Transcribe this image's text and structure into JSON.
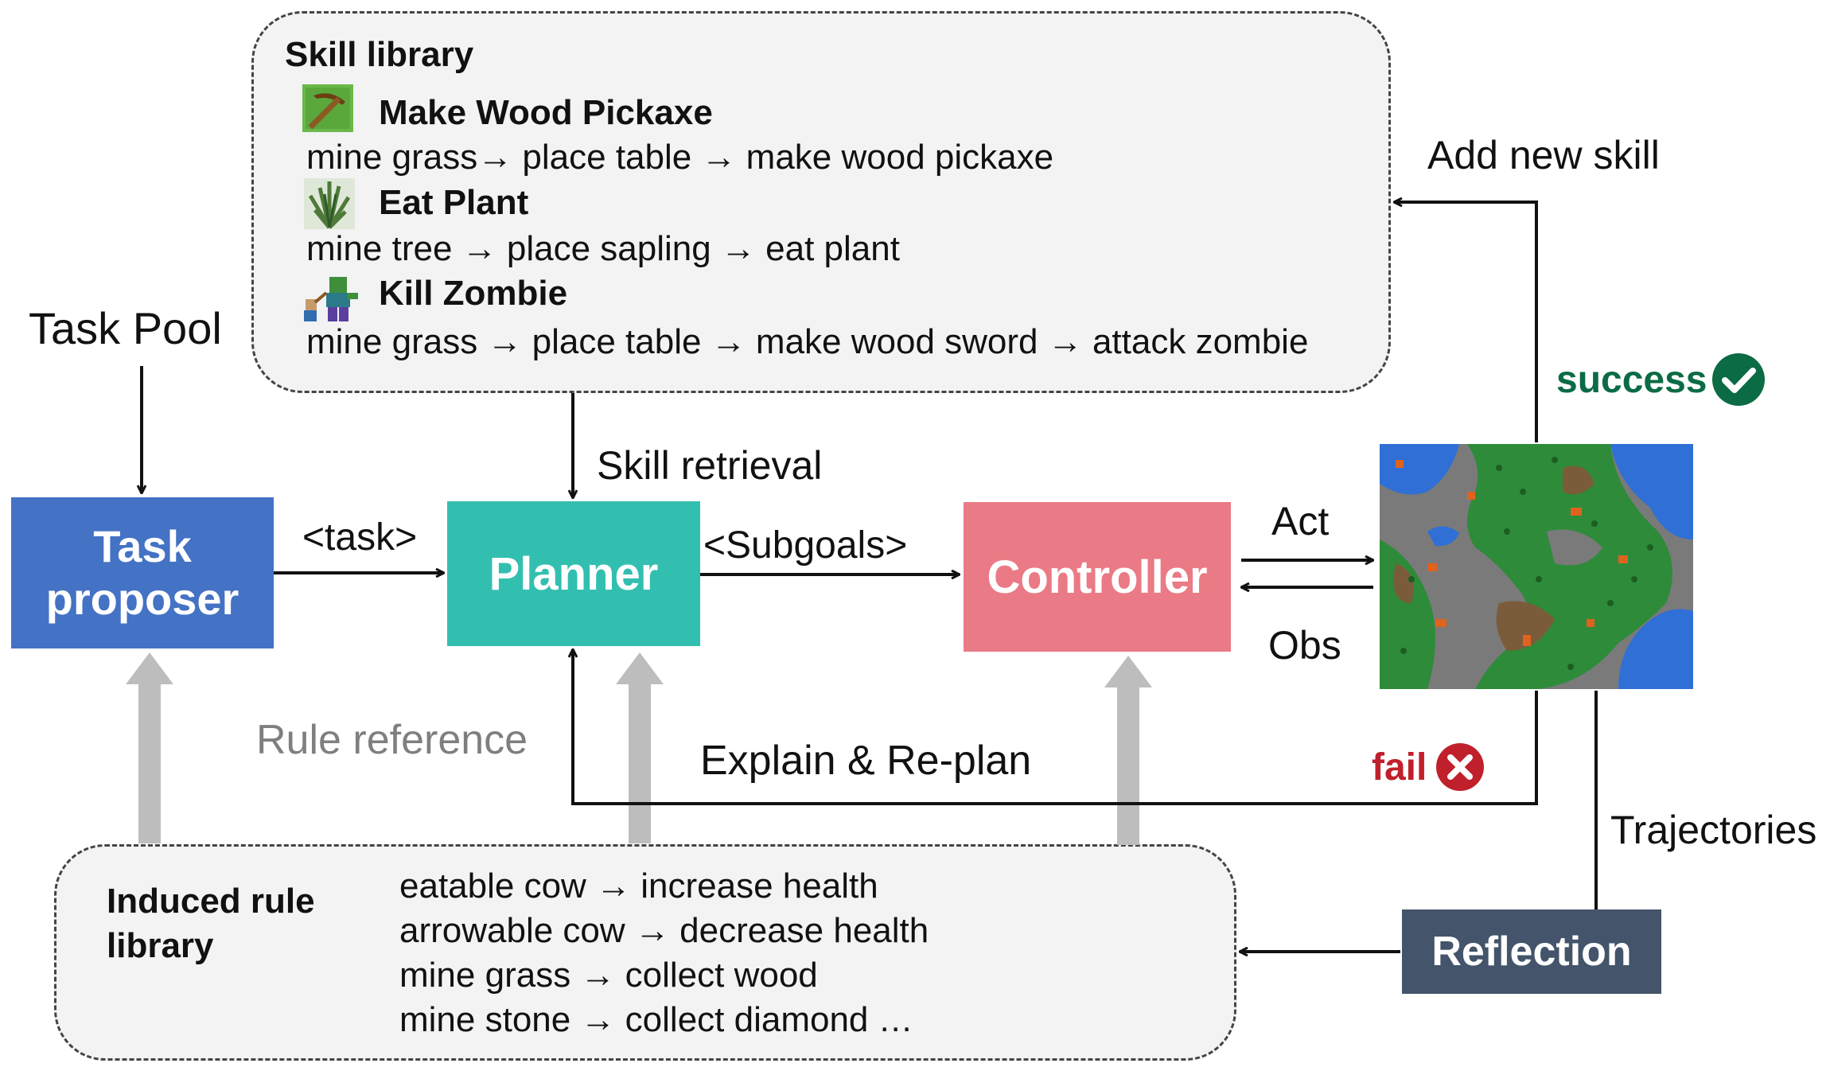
{
  "colors": {
    "task_proposer": "#4472c4",
    "planner": "#33bfb0",
    "controller": "#ea7a85",
    "reflection": "#44546a",
    "success": "#0b6b44",
    "fail": "#c0202b",
    "gray_arrow": "#bdbdbd",
    "rule_reference_text": "#7f7f7f"
  },
  "skill_library": {
    "title": "Skill library",
    "skills": [
      {
        "name": "Make Wood Pickaxe",
        "icon": "pickaxe-icon",
        "steps": "mine grass→ place table → make wood pickaxe"
      },
      {
        "name": "Eat Plant",
        "icon": "plant-icon",
        "steps": "mine tree → place sapling → eat plant"
      },
      {
        "name": "Kill Zombie",
        "icon": "zombie-icon",
        "steps": "mine grass → place table → make wood sword → attack zombie"
      }
    ]
  },
  "task_pool": "Task Pool",
  "nodes": {
    "task_proposer": [
      "Task",
      "proposer"
    ],
    "planner": "Planner",
    "controller": "Controller",
    "reflection": "Reflection"
  },
  "edges": {
    "task": "<task>",
    "subgoals": "<Subgoals>",
    "skill_retrieval": "Skill retrieval",
    "act": "Act",
    "obs": "Obs",
    "add_new_skill": "Add new skill",
    "success": "success",
    "fail": "fail",
    "explain_replan": "Explain & Re-plan",
    "rule_reference": "Rule reference",
    "trajectories": "Trajectories"
  },
  "rule_library": {
    "title": [
      "Induced rule",
      "library"
    ],
    "rules": [
      "eatable cow → increase health",
      "arrowable cow → decrease health",
      "mine grass → collect wood",
      "mine stone → collect diamond …"
    ]
  },
  "environment": {
    "icon": "game-map-icon"
  }
}
